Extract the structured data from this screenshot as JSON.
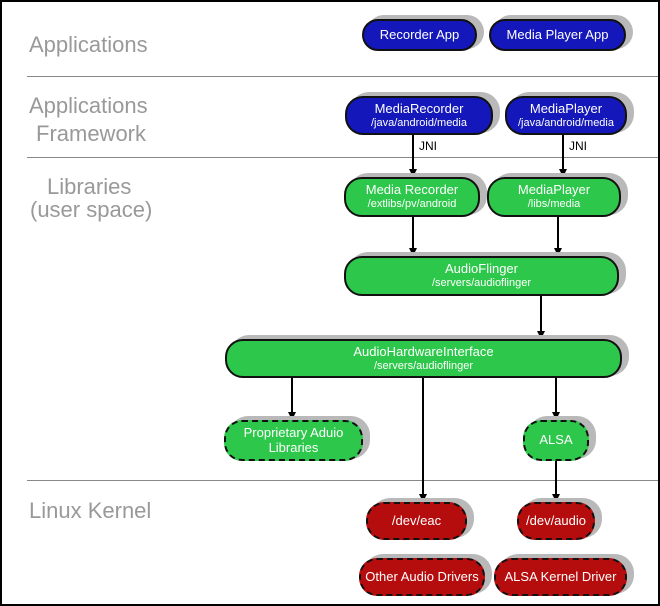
{
  "layers": {
    "applications": "Applications",
    "framework_line1": "Applications",
    "framework_line2": "Framework",
    "libraries_line1": "Libraries",
    "libraries_line2": "(user space)",
    "kernel": "Linux Kernel"
  },
  "nodes": {
    "recorder_app": {
      "title": "Recorder App"
    },
    "media_player_app": {
      "title": "Media Player App"
    },
    "media_recorder_fw": {
      "title": "MediaRecorder",
      "subtitle": "/java/android/media"
    },
    "media_player_fw": {
      "title": "MediaPlayer",
      "subtitle": "/java/android/media"
    },
    "media_recorder_lib": {
      "title": "Media Recorder",
      "subtitle": "/extlibs/pv/android"
    },
    "media_player_lib": {
      "title": "MediaPlayer",
      "subtitle": "/libs/media"
    },
    "audio_flinger": {
      "title": "AudioFlinger",
      "subtitle": "/servers/audioflinger"
    },
    "audio_hw_interface": {
      "title": "AudioHardwareInterface",
      "subtitle": "/servers/audioflinger"
    },
    "proprietary_libs": {
      "title": "Proprietary Aduio Libraries"
    },
    "alsa": {
      "title": "ALSA"
    },
    "dev_eac": {
      "title": "/dev/eac"
    },
    "dev_audio": {
      "title": "/dev/audio"
    },
    "other_audio_drivers": {
      "title": "Other Audio Drivers"
    },
    "alsa_kernel_driver": {
      "title": "ALSA Kernel Driver"
    }
  },
  "edge_labels": {
    "jni_left": "JNI",
    "jni_right": "JNI"
  },
  "colors": {
    "app_blue": "#1417B9",
    "lib_green": "#2DC84B",
    "kernel_red": "#B50D0D",
    "shadow_gray": "#B9B9B9",
    "label_gray": "#999999"
  }
}
